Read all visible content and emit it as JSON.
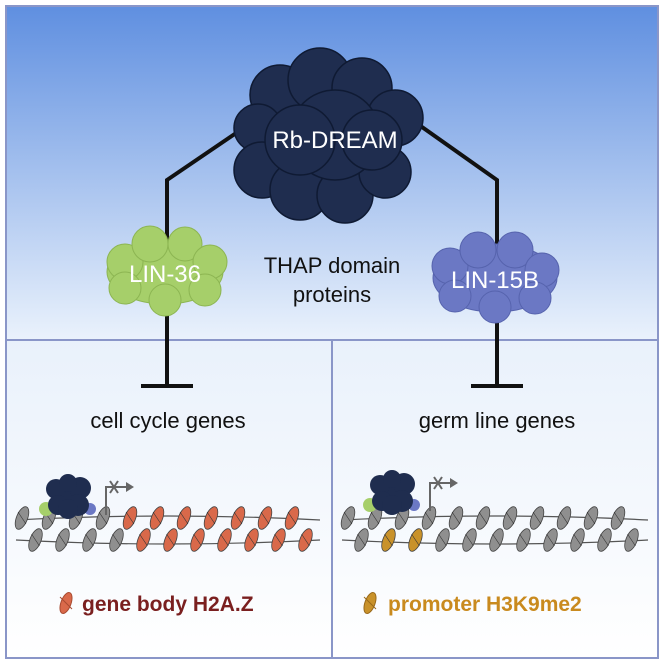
{
  "hub": {
    "label": "Rb-DREAM"
  },
  "center_label": {
    "line1": "THAP domain",
    "line2": "proteins"
  },
  "left": {
    "protein_label": "LIN-36",
    "target_label": "cell cycle genes",
    "legend_label": "gene body H2A.Z"
  },
  "right": {
    "protein_label": "LIN-15B",
    "target_label": "germ line genes",
    "legend_label": "promoter H3K9me2"
  },
  "colors": {
    "top_gradient_start": "#5f8fe0",
    "top_gradient_end": "#e9f1fb",
    "panel_border": "#8a96c8",
    "dream_complex": "#1f2d4f",
    "lin36": "#a6cf6a",
    "lin15b": "#6b78c4",
    "h2az": "#d9694a",
    "h3k9me2": "#c9922a",
    "nucleosome": "#8f8f8f",
    "legend_left_text": "#7a1f1f",
    "legend_right_text": "#c98a1e",
    "inhibit_line": "#111111"
  }
}
